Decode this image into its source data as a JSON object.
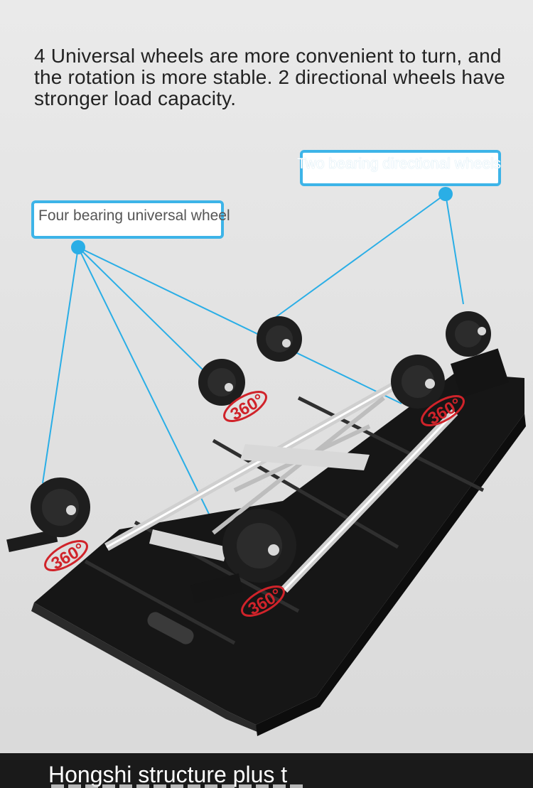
{
  "headline": "4 Universal wheels are more convenient to turn, and the rotation is more stable. 2 directional wheels have stronger load capacity.",
  "callouts": {
    "universal": "Four bearing universal wheel",
    "directional": "Two bearing directional wheels"
  },
  "badges": {
    "rotation": "360°"
  },
  "footer": {
    "caption": "Hongshi structure plus t"
  },
  "colors": {
    "accent": "#3db4e8",
    "badge": "#d0232a",
    "footer_bg": "#1a1a1a"
  }
}
